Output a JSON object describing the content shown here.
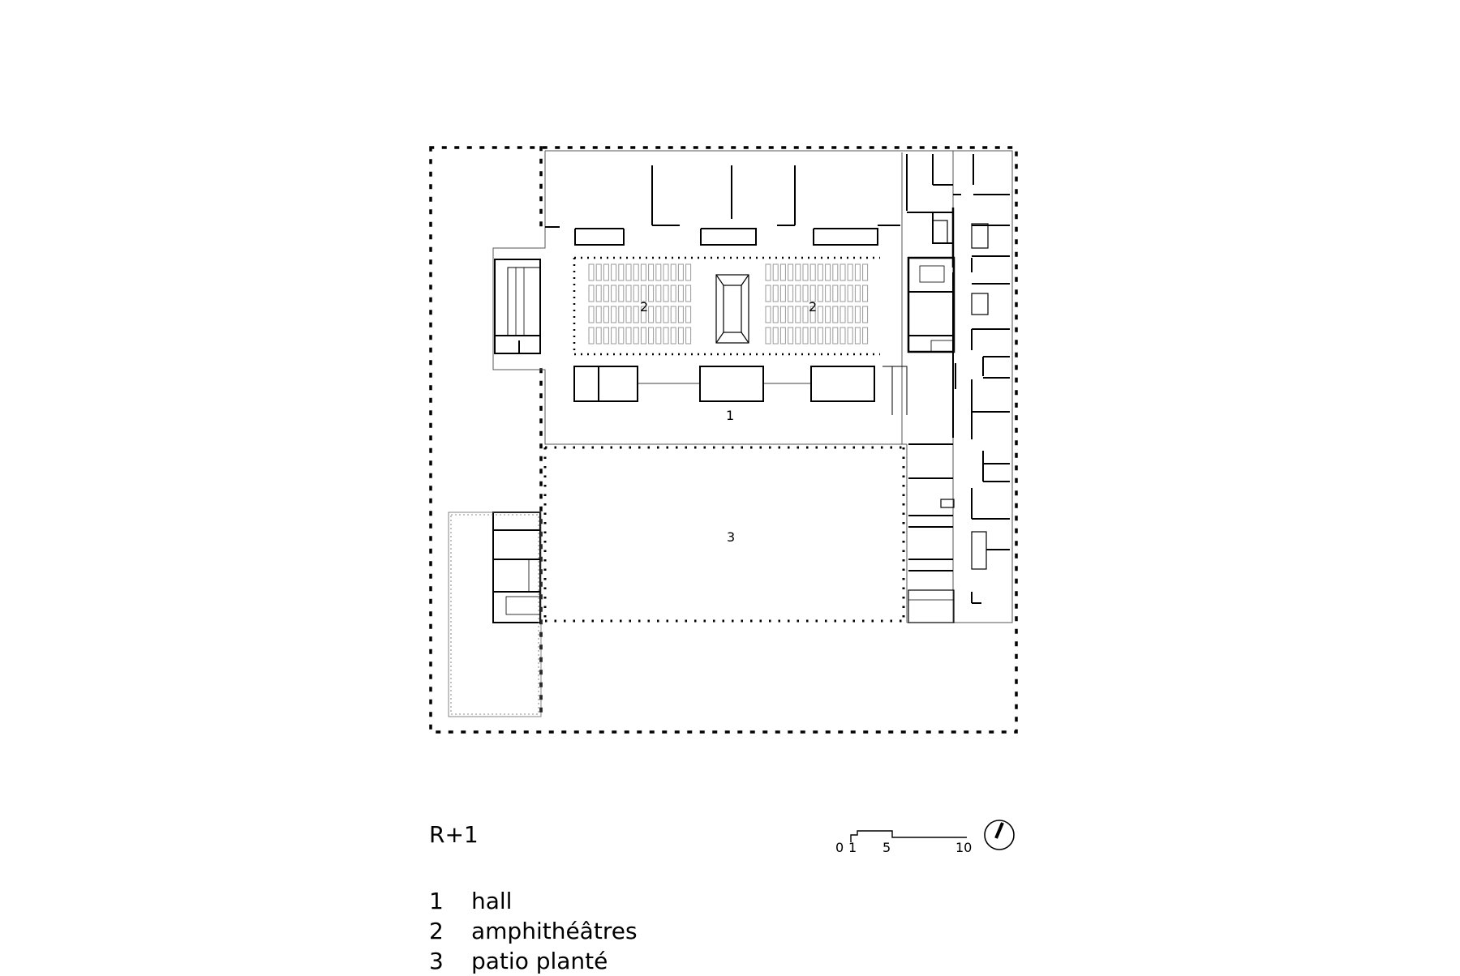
{
  "plan": {
    "floor_label": "R+1",
    "room_labels": {
      "hall": "1",
      "amphi_left": "2",
      "amphi_right": "2",
      "patio": "3"
    },
    "legend": [
      {
        "num": "1",
        "label": "hall"
      },
      {
        "num": "2",
        "label": "amphithéâtres"
      },
      {
        "num": "3",
        "label": "patio planté"
      }
    ],
    "scale_bar": {
      "ticks": [
        "0",
        "1",
        "5",
        "10"
      ]
    },
    "north_arrow": "north-arrow-icon"
  }
}
